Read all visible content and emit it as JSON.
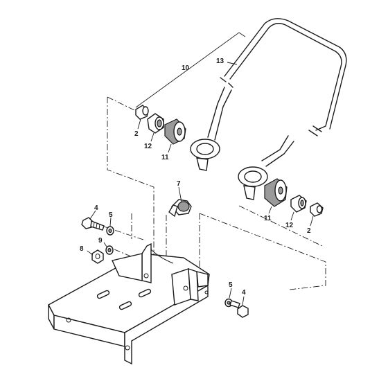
{
  "labels": {
    "l2a": "2",
    "l12a": "12",
    "l11a": "11",
    "l10": "10",
    "l13": "13",
    "l7": "7",
    "l4a": "4",
    "l5a": "5",
    "l9": "9",
    "l8": "8",
    "l11b": "11",
    "l12b": "12",
    "l2b": "2",
    "l5b": "5",
    "l4b": "4"
  },
  "colors": {
    "ink": "#1a1a1a",
    "shading": "#9a9a9a",
    "background": "#ffffff"
  }
}
